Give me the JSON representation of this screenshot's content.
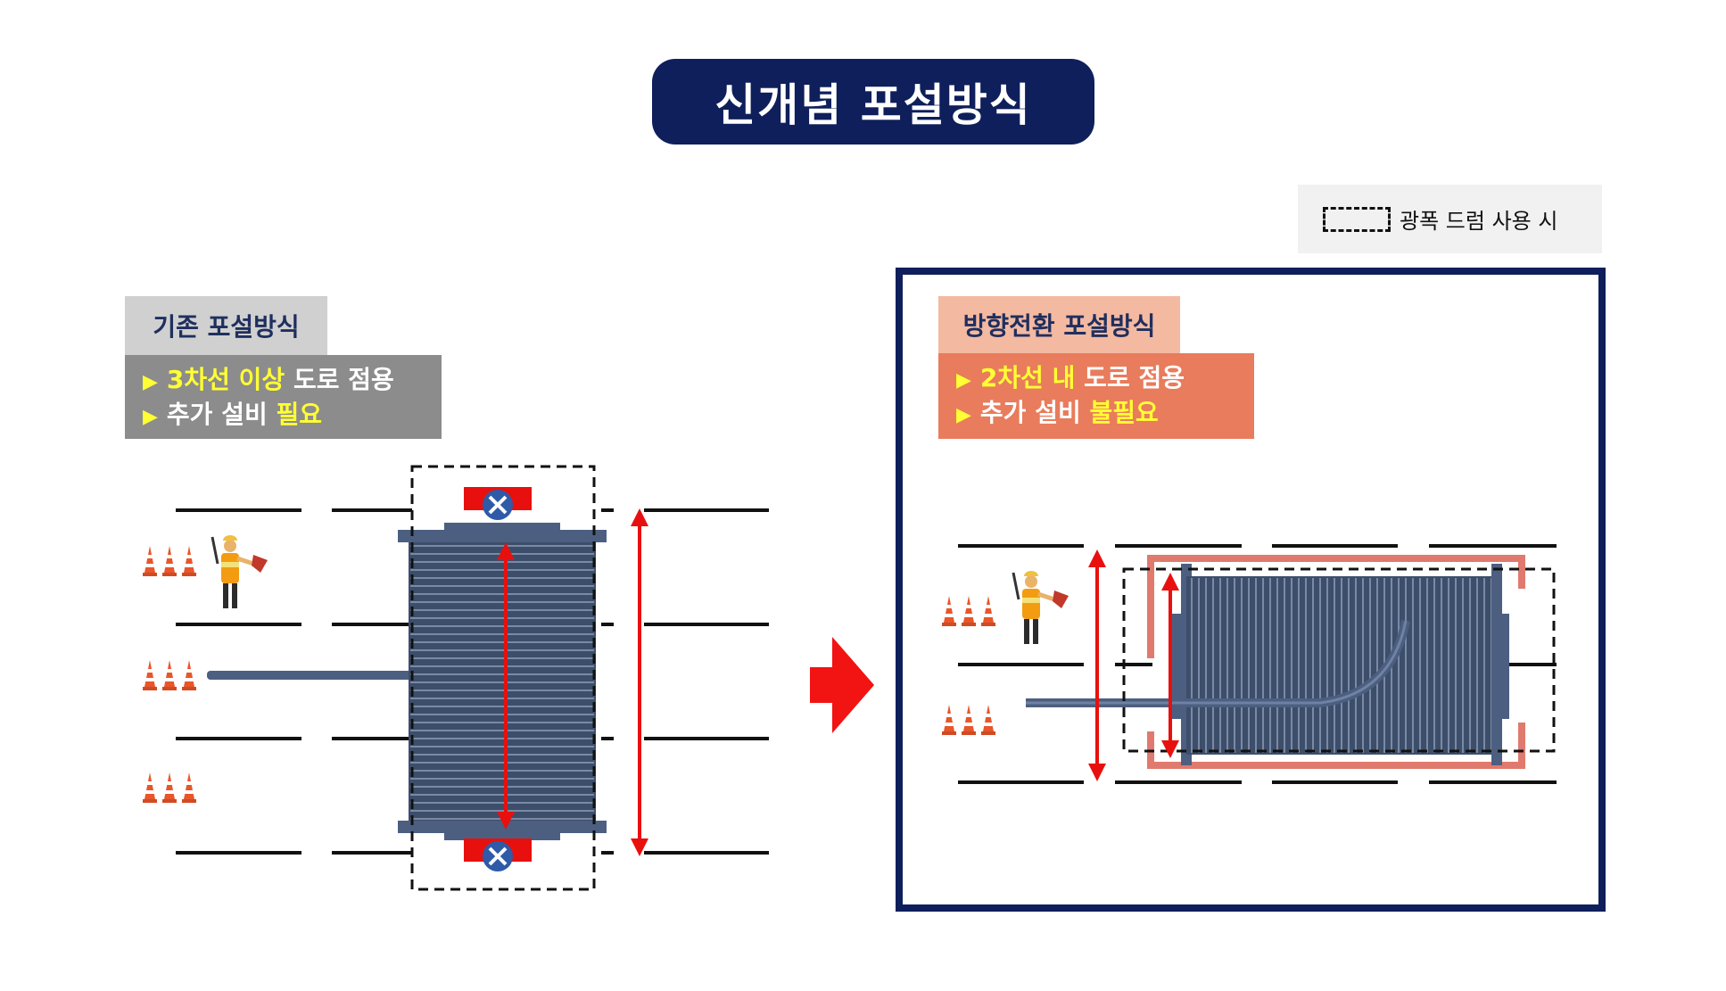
{
  "title": "신개념 포설방식",
  "legend": {
    "label": "광폭 드럼 사용 시"
  },
  "left": {
    "header": "기존 포설방식",
    "line1": {
      "marker": "▶",
      "highlight": "3차선 이상",
      "rest": " 도로 점용"
    },
    "line2": {
      "marker": "▶",
      "text": "추가 설비 ",
      "highlight": "필요"
    }
  },
  "right": {
    "header": "방향전환 포설방식",
    "line1": {
      "marker": "▶",
      "highlight": "2차선 내",
      "rest": " 도로 점용"
    },
    "line2": {
      "marker": "▶",
      "text": "추가 설비 ",
      "highlight": "불필요"
    }
  },
  "colors": {
    "navy": "#0e1f5b",
    "gray_box": "#8c8c8c",
    "salmon_box": "#e87c5c",
    "highlight": "#ffff33",
    "red_arrow": "#e8100e",
    "drum": "#4c5f80"
  },
  "icons": [
    "traffic-cone-icon",
    "flagman-icon",
    "reel-wheel-icon",
    "right-arrow-icon"
  ]
}
